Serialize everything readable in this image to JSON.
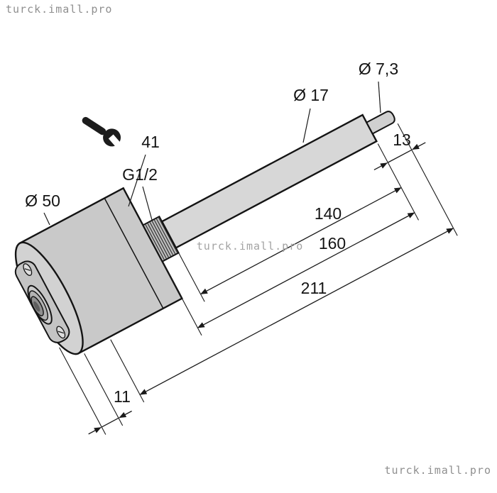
{
  "watermarks": {
    "top_left": "turck.imall.pro",
    "center": "turck.imall.pro",
    "bottom_right": "turck.imall.pro"
  },
  "drawing": {
    "callouts": {
      "body_diameter": "Ø 50",
      "process_thread": "G1/2",
      "wrench_size": "41",
      "tube_diameter": "Ø 17",
      "tip_diameter": "Ø 7,3"
    },
    "dimensions": {
      "tip_length": "13",
      "tube_length": "140",
      "immersion_length": "160",
      "total_length": "211",
      "flange_thickness": "11"
    },
    "icons": {
      "wrench": "open-end-wrench"
    },
    "colors": {
      "line": "#141414",
      "body_fill": "#c9c9c9",
      "tube_fill": "#d7d7d7",
      "cap_fill": "#d2d2d2",
      "watermark": "#8f8f8f",
      "background": "#ffffff"
    }
  }
}
